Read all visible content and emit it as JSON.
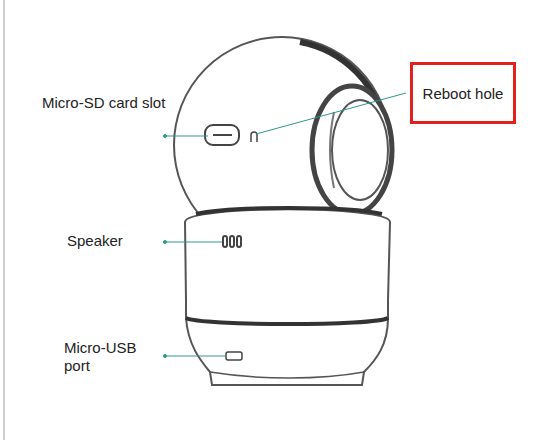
{
  "diagram": {
    "nodes": [
      {
        "text": [
          "Reboot hole"
        ]
      }
    ],
    "labels": [
      "Micro-SD card slot",
      "Speaker",
      "Micro-USB port"
    ]
  }
}
